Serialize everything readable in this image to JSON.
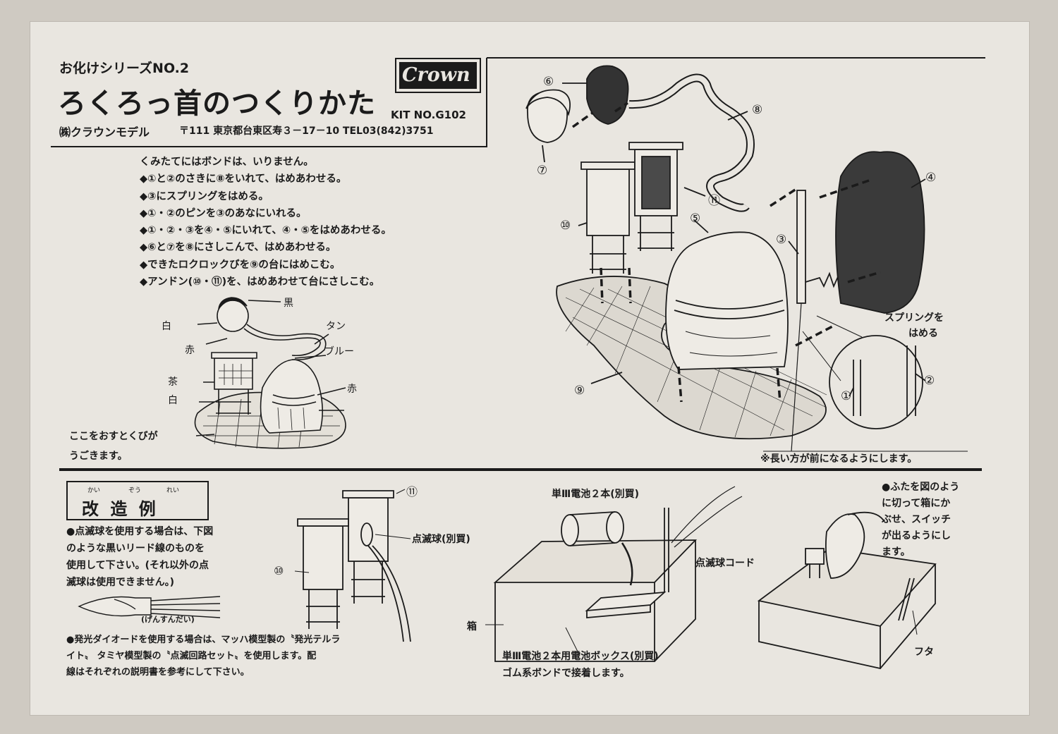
{
  "header": {
    "series": "お化けシリーズNO.2",
    "title": "ろくろっ首のつくりかた",
    "company": "㈱クラウンモデル",
    "address": "〒111 東京都台東区寿３－17－10 TEL03(842)3751",
    "brand": "Crown",
    "kit_no": "KIT NO.G102"
  },
  "instructions": [
    "くみたてにはボンドは、いりません。",
    "◆①と②のさきに⑧をいれて、はめあわせる。",
    "◆③にスプリングをはめる。",
    "◆①・②のピンを③のあなにいれる。",
    "◆①・②・③を④・⑤にいれて、④・⑤をはめあわせる。",
    "◆⑥と⑦を⑧にさしこんで、はめあわせる。",
    "◆できたロクロックびを⑨の台にはめこむ。",
    "◆アンドン(⑩・⑪)を、はめあわせて台にさしこむ。"
  ],
  "color_guide": {
    "black": "黒",
    "white_head": "白",
    "red_head": "赤",
    "tan": "タン",
    "blue": "ブルー",
    "brown": "茶",
    "white_stand": "白",
    "red_body": "赤",
    "note_line1": "ここをおすとくびが",
    "note_line2": "うごきます。"
  },
  "diagram": {
    "part_numbers": [
      "⑥",
      "⑦",
      "⑧",
      "⑪",
      "⑩",
      "⑤",
      "③",
      "④",
      "⑨",
      "①",
      "②"
    ],
    "spring_line1": "スプリングを",
    "spring_line2": "はめる",
    "footnote": "※長い方が前になるようにします。"
  },
  "modification": {
    "title": "改 造 例",
    "ruby": [
      "かい",
      "ぞう",
      "れい"
    ],
    "blink_lines": [
      "●点滅球を使用する場合は、下図",
      "のような黒いリード線のものを",
      "使用して下さい。(それ以外の点",
      "滅球は使用できません。)"
    ],
    "bulb_label": "(げんすんだい)",
    "led_lines": [
      "●発光ダイオードを使用する場合は、マッハ模型製の〝発光テルラ",
      "イト〟 タミヤ模型製の〝点滅回路セット〟を使用します。配",
      "線はそれぞれの説明書を参考にして下さい。"
    ],
    "lantern_11": "⑪",
    "lantern_10": "⑩",
    "blink_bulb": "点滅球(別買)",
    "battery_top": "単Ⅲ電池２本(別買)",
    "cord": "点滅球コード",
    "box": "箱",
    "battery_box": "単Ⅲ電池２本用電池ボックス(別買)",
    "glue": "ゴム系ボンドで接着します。",
    "lid_lines": [
      "●ふたを図のよう",
      "に切って箱にか",
      "ぶせ、スイッチ",
      "が出るようにし",
      "ます。"
    ],
    "lid": "フタ"
  },
  "colors": {
    "paper": "#e9e6e0",
    "ink": "#1b1b1b",
    "background": "#cfcac2"
  }
}
